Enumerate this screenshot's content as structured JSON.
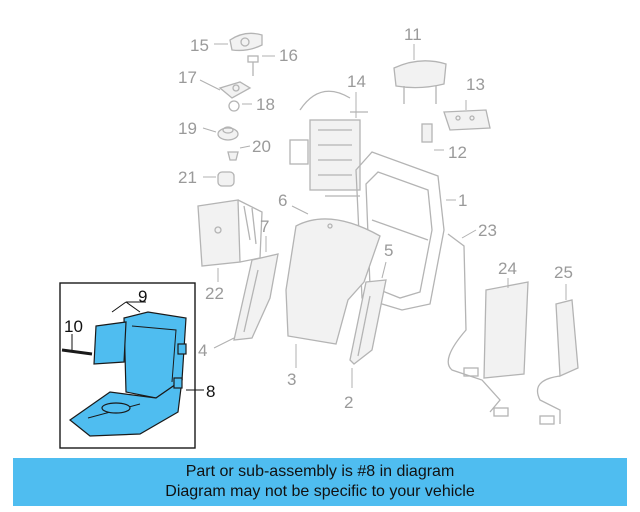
{
  "callouts": {
    "c1": "1",
    "c2": "2",
    "c3": "3",
    "c4": "4",
    "c5": "5",
    "c6": "6",
    "c7": "7",
    "c8": "8",
    "c9": "9",
    "c10": "10",
    "c11": "11",
    "c12": "12",
    "c13": "13",
    "c14": "14",
    "c15": "15",
    "c16": "16",
    "c17": "17",
    "c18": "18",
    "c19": "19",
    "c20": "20",
    "c21": "21",
    "c22": "22",
    "c23": "23",
    "c24": "24",
    "c25": "25"
  },
  "highlighted_part": "8",
  "banner": {
    "line1": "Part or sub-assembly is #8 in diagram",
    "line2": "Diagram may not be specific to your vehicle"
  },
  "colors": {
    "highlight": "#4fbdf0",
    "ghost_parts": "#b4b4b4",
    "banner": "#4fbdf0"
  }
}
